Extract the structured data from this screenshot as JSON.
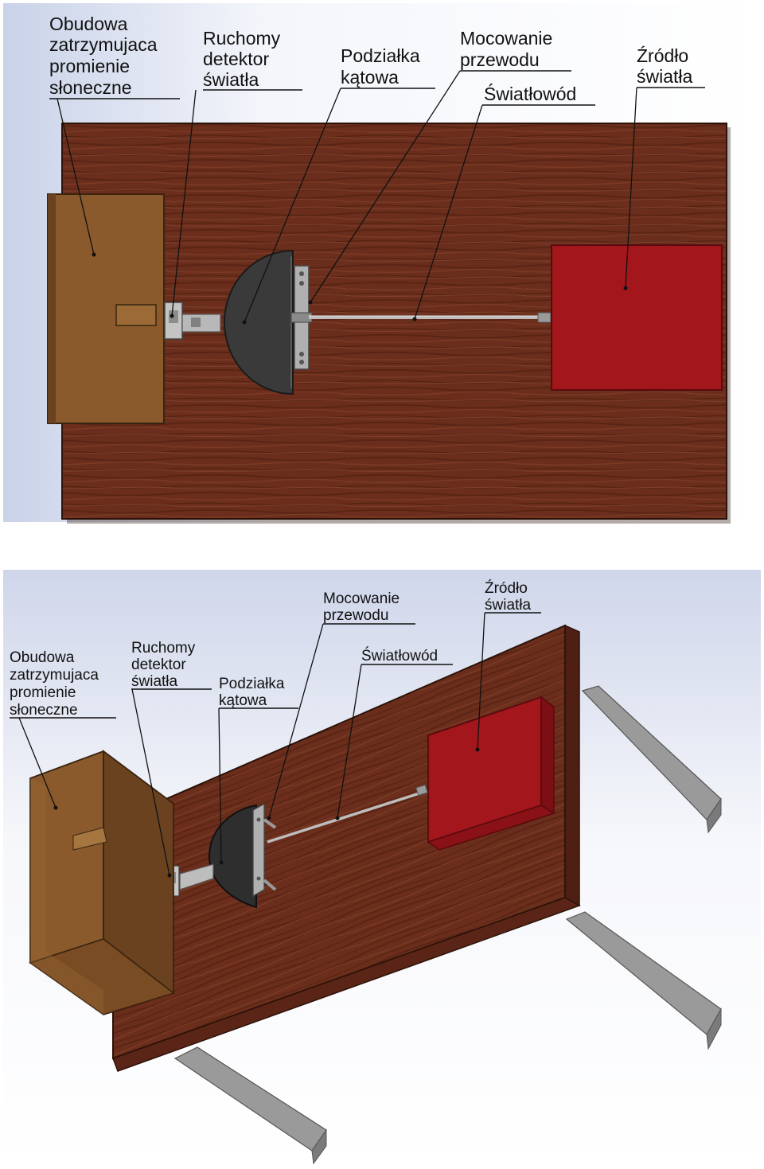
{
  "top_view": {
    "labels": {
      "housing": [
        "Obudowa",
        "zatrzymujaca",
        "promienie",
        "słoneczne"
      ],
      "detector": [
        "Ruchomy",
        "detektor",
        "światła"
      ],
      "scale": [
        "Podziałka",
        "kątowa"
      ],
      "mount": [
        "Mocowanie",
        "przewodu"
      ],
      "fiber": [
        "Światłowód"
      ],
      "source": [
        "Źródło",
        "światła"
      ]
    }
  },
  "iso_view": {
    "labels": {
      "housing": [
        "Obudowa",
        "zatrzymujaca",
        "promienie",
        "słoneczne"
      ],
      "detector": [
        "Ruchomy",
        "detektor",
        "światła"
      ],
      "scale": [
        "Podziałka",
        "kątowa"
      ],
      "mount": [
        "Mocowanie",
        "przewodu"
      ],
      "fiber": [
        "Światłowód"
      ],
      "source": [
        "Źródło",
        "światła"
      ]
    }
  },
  "colors": {
    "wood": "#6b2e1c",
    "wood_dark": "#4e1f12",
    "housing": "#8a5a2c",
    "housing_dark": "#6a4220",
    "source": "#a3161c",
    "protractor": "#3a3a3a",
    "metal": "#a9a9a9",
    "leg": "#9a9a9a"
  }
}
